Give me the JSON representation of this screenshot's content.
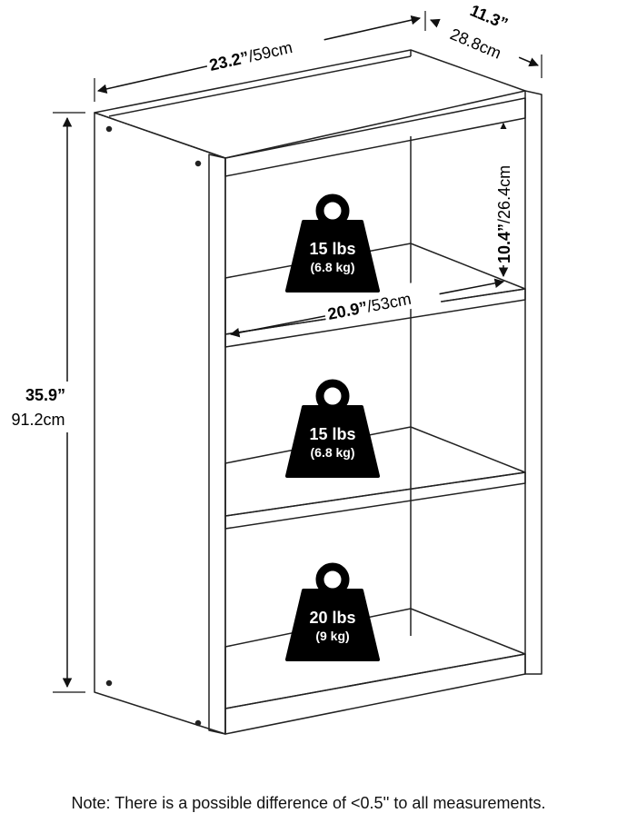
{
  "dimensions": {
    "width": {
      "imperial": "23.2”",
      "metric": "/59cm"
    },
    "depth": {
      "imperial": "11.3”",
      "metric": "28.8cm"
    },
    "height": {
      "imperial": "35.9”",
      "metric": "91.2cm"
    },
    "shelf_width": {
      "imperial": "20.9”",
      "metric": "/53cm"
    },
    "shelf_height": {
      "imperial": "10.4”",
      "metric": "/26.4cm"
    }
  },
  "weights": [
    {
      "lbs": "15 lbs",
      "kg": "(6.8 kg)"
    },
    {
      "lbs": "15 lbs",
      "kg": "(6.8 kg)"
    },
    {
      "lbs": "20 lbs",
      "kg": "(9 kg)"
    }
  ],
  "note": "Note: There is a possible difference of <0.5'' to all measurements.",
  "icons": [
    "weight-icon",
    "dimension-arrow-icon"
  ],
  "colors": {
    "line": "#222222",
    "weight": "#000000",
    "background": "#ffffff"
  }
}
